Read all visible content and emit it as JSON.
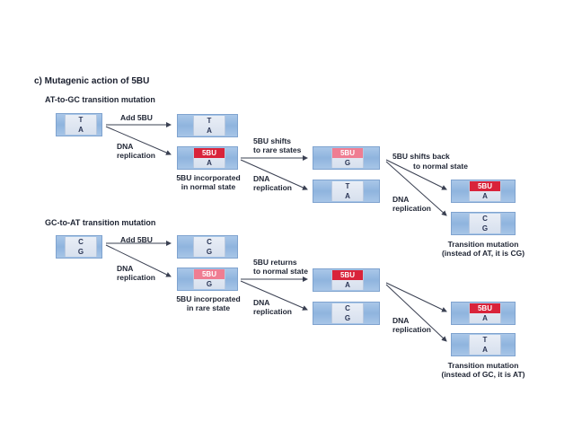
{
  "title": "c) Mutagenic action of 5BU",
  "sections": {
    "at_to_gc": "AT-to-GC transition mutation",
    "gc_to_at": "GC-to-AT transition mutation"
  },
  "labels": {
    "add5bu_1": "Add 5BU",
    "dna_rep_1a": "DNA",
    "dna_rep_1b": "replication",
    "incorp_normal_a": "5BU incorporated",
    "incorp_normal_b": "in normal state",
    "shifts_rare_a": "5BU shifts",
    "shifts_rare_b": "to rare states",
    "dna_rep_2a": "DNA",
    "dna_rep_2b": "replication",
    "shifts_back_a": "5BU shifts back",
    "shifts_back_b": "to normal state",
    "dna_rep_3a": "DNA",
    "dna_rep_3b": "replication",
    "result_1a": "Transition mutation",
    "result_1b": "(instead of AT, it is CG)",
    "add5bu_2": "Add 5BU",
    "dna_rep_4a": "DNA",
    "dna_rep_4b": "replication",
    "incorp_rare_a": "5BU incorporated",
    "incorp_rare_b": "in rare state",
    "returns_a": "5BU returns",
    "returns_b": "to normal state",
    "dna_rep_5a": "DNA",
    "dna_rep_5b": "replication",
    "dna_rep_6a": "DNA",
    "dna_rep_6b": "replication",
    "result_2a": "Transition mutation",
    "result_2b": "(instead of GC, it is AT)"
  },
  "base_pairs": [
    {
      "top": "T",
      "bottom": "A"
    },
    {
      "top": "T",
      "bottom": "A"
    },
    {
      "top": "5BU",
      "bottom": "A",
      "mutagen": "top"
    },
    {
      "top": "5BU",
      "bottom": "G",
      "mutagen": "top"
    },
    {
      "top": "T",
      "bottom": "A"
    },
    {
      "top": "5BU",
      "bottom": "A",
      "mutagen": "top"
    },
    {
      "top": "C",
      "bottom": "G"
    },
    {
      "top": "C",
      "bottom": "G"
    },
    {
      "top": "C",
      "bottom": "G"
    },
    {
      "top": "5BU",
      "bottom": "G",
      "mutagen": "top"
    },
    {
      "top": "5BU",
      "bottom": "A",
      "mutagen": "top"
    },
    {
      "top": "C",
      "bottom": "G"
    },
    {
      "top": "5BU",
      "bottom": "A",
      "mutagen": "top"
    },
    {
      "top": "T",
      "bottom": "A"
    }
  ],
  "colors": {
    "mutagen_fill": "#d9233a",
    "duplex": "#9dbde3",
    "arrow": "#3a4052"
  }
}
